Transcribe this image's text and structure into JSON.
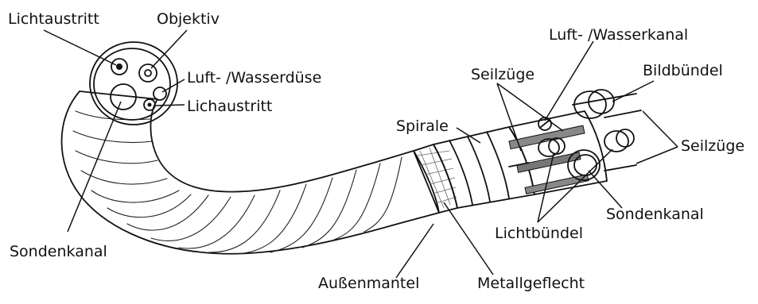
{
  "labels": {
    "lichtaustritt": "Lichtaustritt",
    "objektiv": "Objektiv",
    "luft_wasserduese": "Luft- /Wasserdüse",
    "lichaustritt": "Lichaustritt",
    "sondenkanal_left": "Sondenkanal",
    "spirale": "Spirale",
    "seilzuege_top": "Seilzüge",
    "luft_wasserkanal": "Luft- /Wasserkanal",
    "bildbuendel": "Bildbündel",
    "seilzuege_right": "Seilzüge",
    "sondenkanal_right": "Sondenkanal",
    "lichtbuendel": "Lichtbündel",
    "aussenmantel": "Außenmantel",
    "metallgeflecht": "Metallgeflecht"
  },
  "colors": {
    "ink": "#111111",
    "background": "#ffffff",
    "braid": "#cfcfcf",
    "cable": "#777777"
  }
}
